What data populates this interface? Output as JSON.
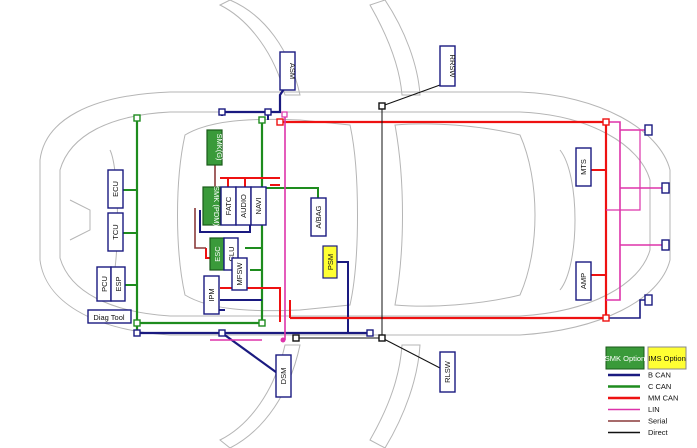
{
  "modules": {
    "asm": "ASM",
    "rrsw": "RRSW",
    "smk_g": "SMK(G)",
    "ecu": "ECU",
    "tcu": "TCU",
    "pcu": "PCU",
    "esp": "ESP",
    "diag_tool": "Diag Tool",
    "smk_pdm": "SMK (PDM)",
    "fatc": "FATC",
    "audio": "AUDIO",
    "navi": "NAVI",
    "esc": "ESC",
    "clu": "CLU",
    "mfsw": "MFSW",
    "abag": "A/BAG",
    "psm": "PSM",
    "ipm": "IPM",
    "mts": "MTS",
    "amp": "AMP",
    "dsm": "DSM",
    "rlsw": "RLSW"
  },
  "legend": {
    "smk_option": "SMK Option",
    "ims_option": "IMS Option",
    "items": [
      {
        "label": "B CAN",
        "color": "#1a1a80"
      },
      {
        "label": "C CAN",
        "color": "#1e8c1e"
      },
      {
        "label": "MM CAN",
        "color": "#ee1111"
      },
      {
        "label": "LIN",
        "color": "#dd33aa"
      },
      {
        "label": "Serial",
        "color": "#8a3a3a"
      },
      {
        "label": "Direct",
        "color": "#111111"
      }
    ]
  }
}
